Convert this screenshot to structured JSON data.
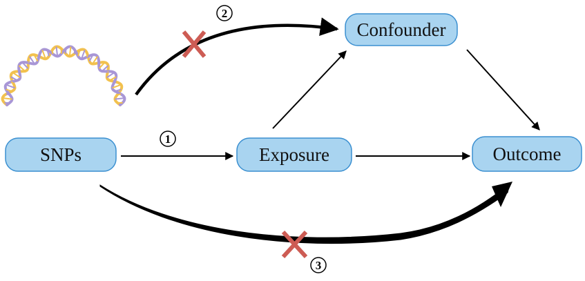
{
  "nodes": {
    "snps": "SNPs",
    "exposure": "Exposure",
    "confounder": "Confounder",
    "outcome": "Outcome"
  },
  "assumptions": {
    "one": "1",
    "two": "2",
    "three": "3"
  },
  "colors": {
    "node_fill": "#a9d4f0",
    "node_stroke": "#3a8fd0",
    "arrow": "#000000",
    "cross": "#cd5c54",
    "dna_strand_a": "#f2c14e",
    "dna_strand_b": "#a896d6"
  },
  "icons": {
    "dna": "dna-helix-icon",
    "blocked": "cross-icon"
  }
}
